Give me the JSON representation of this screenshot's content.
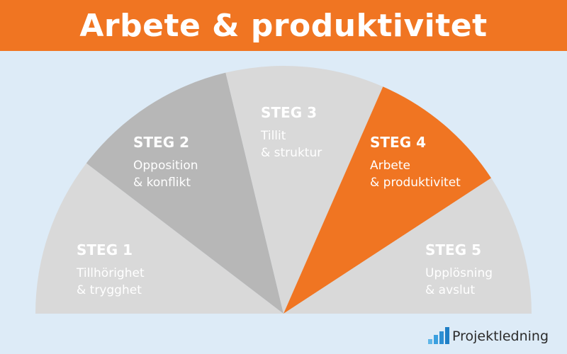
{
  "header": {
    "title": "Arbete & produktivitet"
  },
  "colors": {
    "header_bg": "#f07522",
    "background": "#ddebf7",
    "segment_light": "#d9d9d9",
    "segment_mid": "#b7b7b7",
    "segment_highlight": "#f07522",
    "text": "#ffffff"
  },
  "segments": [
    {
      "heading": "STEG 1",
      "line1": "Tillhörighet",
      "line2": "& trygghet",
      "fill": "light"
    },
    {
      "heading": "STEG 2",
      "line1": "Opposition",
      "line2": "& konflikt",
      "fill": "mid"
    },
    {
      "heading": "STEG 3",
      "line1": "Tillit",
      "line2": "& struktur",
      "fill": "light"
    },
    {
      "heading": "STEG 4",
      "line1": "Arbete",
      "line2": "& produktivitet",
      "fill": "highlight"
    },
    {
      "heading": "STEG 5",
      "line1": "Upplösning",
      "line2": "& avslut",
      "fill": "light"
    }
  ],
  "logo": {
    "text": "Projektledning",
    "icon": "bar-chart-logo-icon"
  }
}
